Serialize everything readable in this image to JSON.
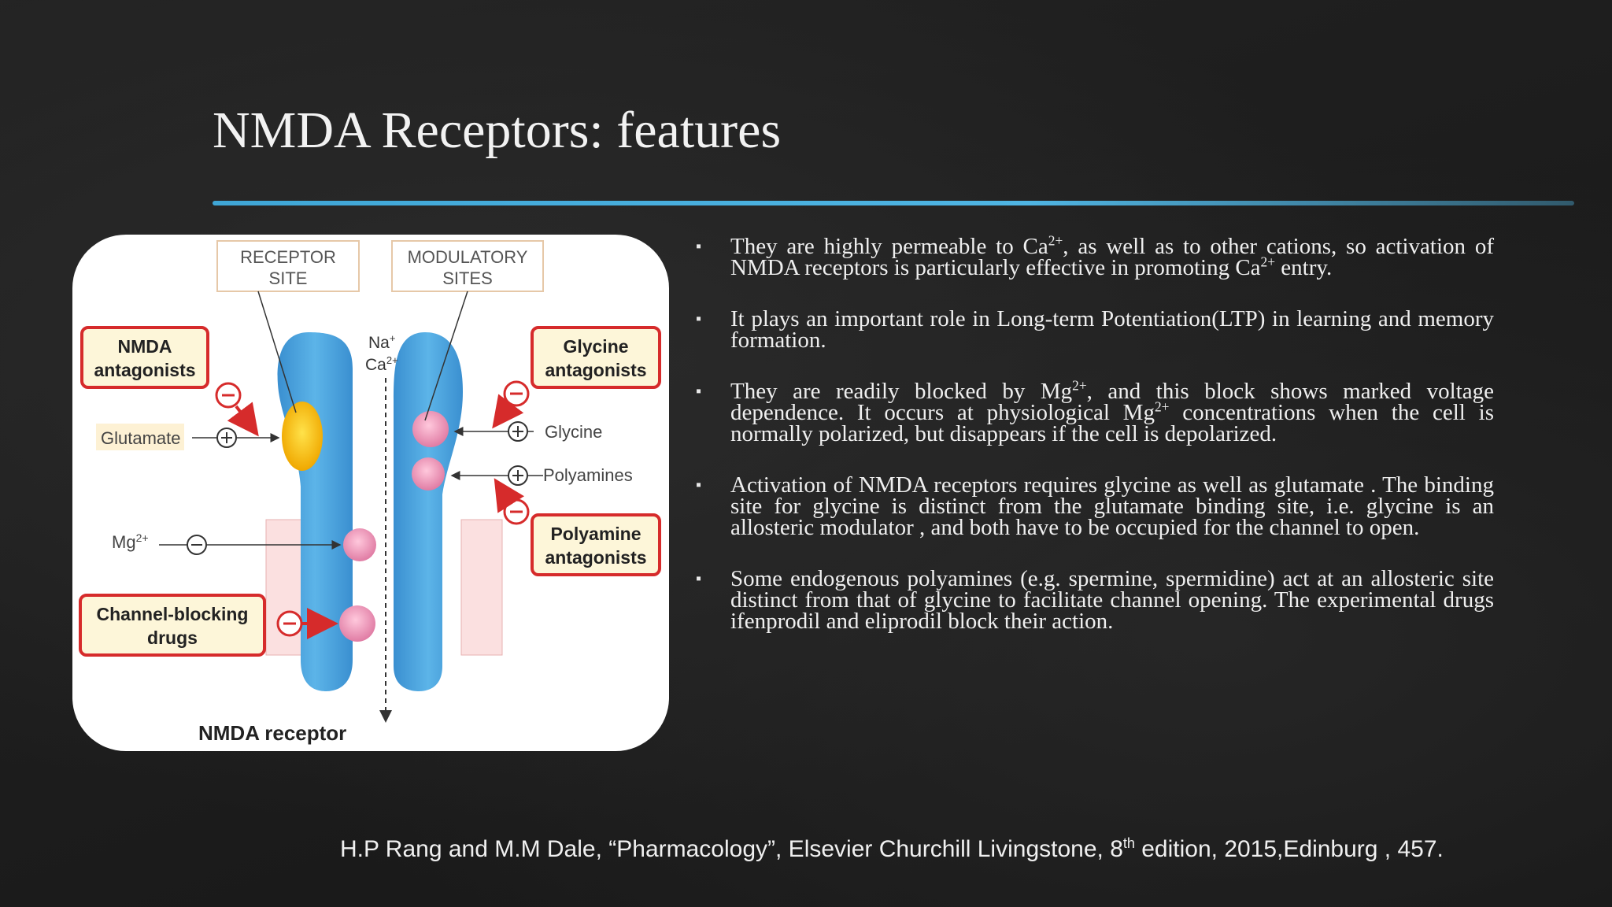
{
  "slide": {
    "title": "NMDA Receptors: features",
    "accent_color": "#4fb5e3"
  },
  "figure": {
    "caption": "NMDA receptor",
    "receptor_site": [
      "RECEPTOR",
      "SITE"
    ],
    "modulatory_sites": [
      "MODULATORY",
      "SITES"
    ],
    "ions": [
      "Na",
      "Ca"
    ],
    "left_labels": {
      "nmda_antagonists": [
        "NMDA",
        "antagonists"
      ],
      "glutamate": "Glutamate",
      "mg": "Mg",
      "channel_blocking": [
        "Channel-blocking",
        "drugs"
      ]
    },
    "right_labels": {
      "glycine_antagonists": [
        "Glycine",
        "antagonists"
      ],
      "glycine": "Glycine",
      "polyamines": "Polyamines",
      "polyamine_antagonists": [
        "Polyamine",
        "antagonists"
      ]
    },
    "colors": {
      "receptor_blue": "#4a9fd8",
      "glutamate_yellow": "#f5c000",
      "site_pink": "#f29ab8",
      "membrane_pink": "#fbe0e0",
      "antagonist_red": "#d62b2b",
      "label_box": "#fdf6d9"
    }
  },
  "bullets": [
    {
      "parts": [
        "They are highly permeable to Ca",
        "2+",
        ", as well as to other cations, so activation of NMDA receptors is particularly effective in promoting Ca",
        "2+",
        " entry."
      ]
    },
    {
      "parts": [
        "It plays an important role in Long-term Potentiation(LTP) in learning and memory formation."
      ]
    },
    {
      "parts": [
        "They are readily blocked by Mg",
        "2+",
        ", and this block shows marked voltage dependence. It occurs at physiological Mg",
        "2+",
        " concentrations when the cell is normally polarized, but disappears if the cell is depolarized."
      ]
    },
    {
      "parts": [
        "Activation of NMDA receptors requires glycine as well as glutamate . The binding site for glycine is distinct from the glutamate binding site, i.e. glycine is an allosteric modulator , and both have to be occupied for the channel to open."
      ]
    },
    {
      "parts": [
        "Some endogenous polyamines (e.g. spermine, spermidine) act at an allosteric site distinct from that of glycine to facilitate channel opening. The experimental drugs ifenprodil and eliprodil block their action."
      ]
    }
  ],
  "bullet_marker": "▪",
  "citation": {
    "before": "H.P Rang and M.M Dale, “Pharmacology”, Elsevier Churchill Livingstone, 8",
    "sup": "th",
    "after": " edition, 2015,Edinburg , 457."
  }
}
